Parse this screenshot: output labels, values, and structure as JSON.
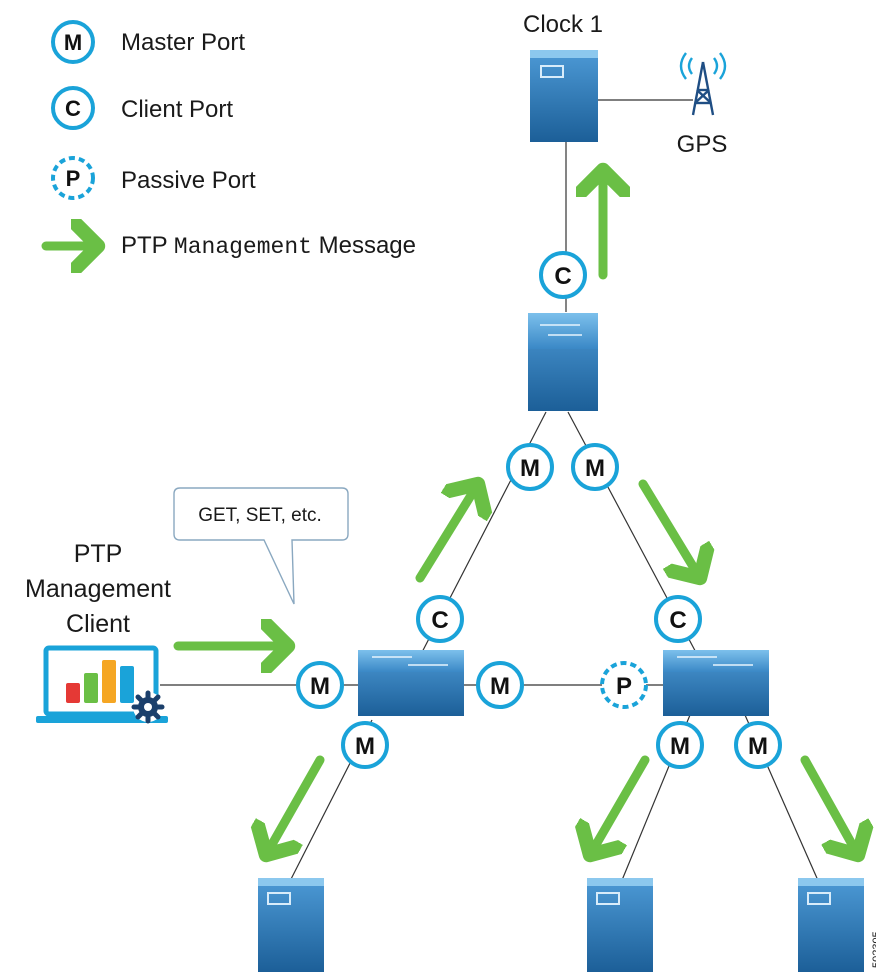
{
  "legend": {
    "master": {
      "letter": "M",
      "label": "Master Port"
    },
    "client": {
      "letter": "C",
      "label": "Client Port"
    },
    "passive": {
      "letter": "P",
      "label": "Passive Port"
    },
    "message": {
      "label_prefix": "PTP ",
      "label_code": "Management",
      "label_suffix": " Message"
    }
  },
  "clock": {
    "label": "Clock 1"
  },
  "gps": {
    "label": "GPS"
  },
  "client": {
    "line1": "PTP",
    "line2": "Management",
    "line3": "Client"
  },
  "callout": {
    "text": "GET, SET, etc."
  },
  "ports": {
    "master": "M",
    "client": "C",
    "passive": "P"
  },
  "figure_id": "502305",
  "colors": {
    "port_ring": "#1aa3d9",
    "arrow": "#6abf45",
    "device_dark": "#1f5f96",
    "device_light": "#3b8fd0",
    "link": "#333333"
  }
}
